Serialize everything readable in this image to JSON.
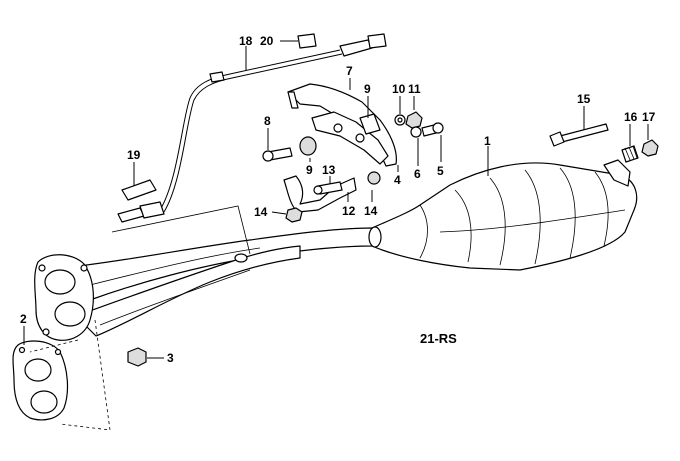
{
  "diagram": {
    "code": "21-RS",
    "callouts": {
      "c1": "1",
      "c2": "2",
      "c3": "3",
      "c4": "4",
      "c5": "5",
      "c6": "6",
      "c7": "7",
      "c8": "8",
      "c9a": "9",
      "c9b": "9",
      "c10": "10",
      "c11": "11",
      "c12": "12",
      "c13": "13",
      "c14a": "14",
      "c14b": "14",
      "c15": "15",
      "c16": "16",
      "c17": "17",
      "c18": "18",
      "c19": "19",
      "c20": "20"
    }
  }
}
